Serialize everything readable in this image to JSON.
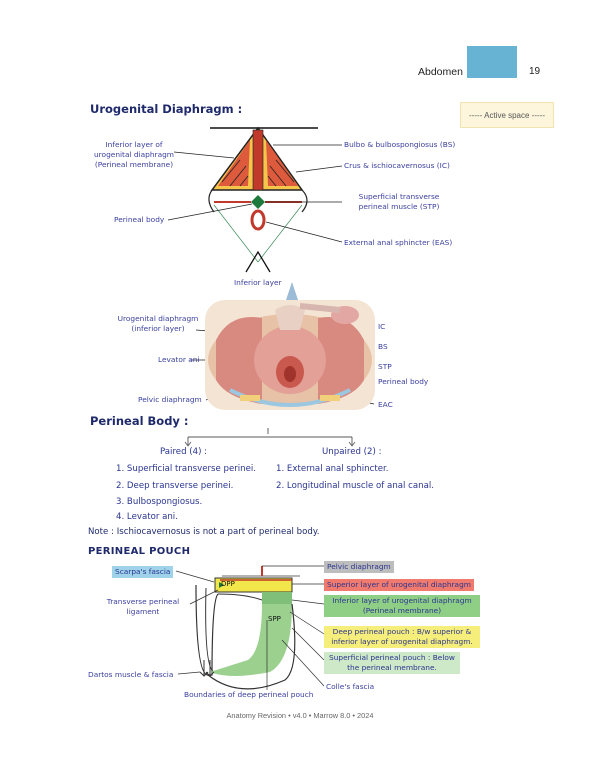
{
  "header": {
    "section": "Abdomen",
    "page": "19",
    "active_space": "----- Active space -----"
  },
  "ugd": {
    "title": "Urogenital Diaphragm :",
    "labels": {
      "inferior_layer": "Inferior layer of urogenital diaphragm (Perineal membrane)",
      "perineal_body": "Perineal body",
      "bulbo": "Bulbo & bulbospongiosus (BS)",
      "crus": "Crus & ischiocavernosus (IC)",
      "stp": "Superficial transverse perineal muscle (STP)",
      "eas": "External anal sphincter (EAS)",
      "inferior_layer_bottom": "Inferior layer"
    }
  },
  "photo_labels": {
    "ugd": "Urogenital diaphragm (inferior layer)",
    "levator": "Levator ani",
    "pelvic": "Pelvic diaphragm",
    "ic": "IC",
    "bs": "BS",
    "stp": "STP",
    "pb": "Perineal body",
    "eac": "EAC"
  },
  "perineal_body": {
    "title": "Perineal Body :",
    "paired_title": "Paired (4) :",
    "paired": [
      "1. Superficial transverse perinei.",
      "2. Deep transverse perinei.",
      "3. Bulbospongiosus.",
      "4. Levator ani."
    ],
    "unpaired_title": "Unpaired (2) :",
    "unpaired": [
      "1. External anal sphincter.",
      "2. Longitudinal muscle of anal canal."
    ],
    "note": "Note : Ischiocavernosus is not a part of perineal body."
  },
  "pouch": {
    "title": "PERINEAL POUCH",
    "scarpa": "Scarpa's fascia",
    "transverse": "Transverse perineal ligament",
    "dartos": "Dartos muscle & fascia",
    "boundaries": "Boundaries of deep perineal pouch",
    "dpp": "DPP",
    "spp": "SPP",
    "pelvic": "Pelvic diaphragm",
    "superior": "Superior layer of urogenital diaphragm",
    "inferior": "Inferior layer of urogenital diaphragm (Perineal membrane)",
    "deep": "Deep perineal pouch : B/w superior & inferior layer of urogenital diaphragm.",
    "superficial": "Superficial perineal pouch : Below the perineal membrane.",
    "colles": "Colle's fascia"
  },
  "colors": {
    "header_box": "#67b3d3",
    "muscle_red": "#c0392b",
    "muscle_yellow": "#f6c64a",
    "green": "#1e7a3c"
  },
  "footer": "Anatomy Revision • v4.0 • Marrow 8.0 • 2024"
}
